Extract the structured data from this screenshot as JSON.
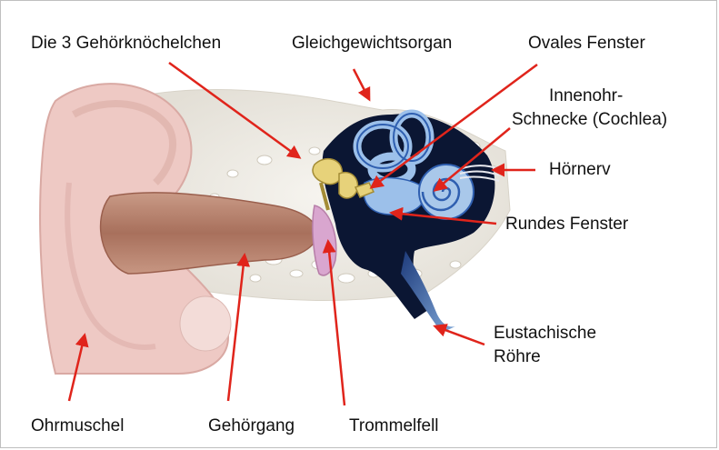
{
  "labels": {
    "ossicles": "Die 3 Gehörknöchelchen",
    "vestibular": "Gleichgewichtsorgan",
    "oval_window": "Ovales Fenster",
    "cochlea_line1": "Innenohr-",
    "cochlea_line2": "Schnecke (Cochlea)",
    "auditory_nerve": "Hörnerv",
    "round_window": "Rundes Fenster",
    "eustachian_line1": "Eustachische",
    "eustachian_line2": "Röhre",
    "auricle": "Ohrmuschel",
    "ear_canal": "Gehörgang",
    "eardrum": "Trommelfell"
  },
  "colors": {
    "arrow": "#e0241b",
    "skin": "#eec9c4",
    "skin_dark": "#d9a9a3",
    "canal": "#b98470",
    "bone": "#f1efe9",
    "inner_dark": "#0b1633",
    "inner_blue": "#2f5fb0",
    "cochlea": "#a9c8ea",
    "ossicle": "#e7d27a",
    "eardrum": "#d9a6cf"
  }
}
